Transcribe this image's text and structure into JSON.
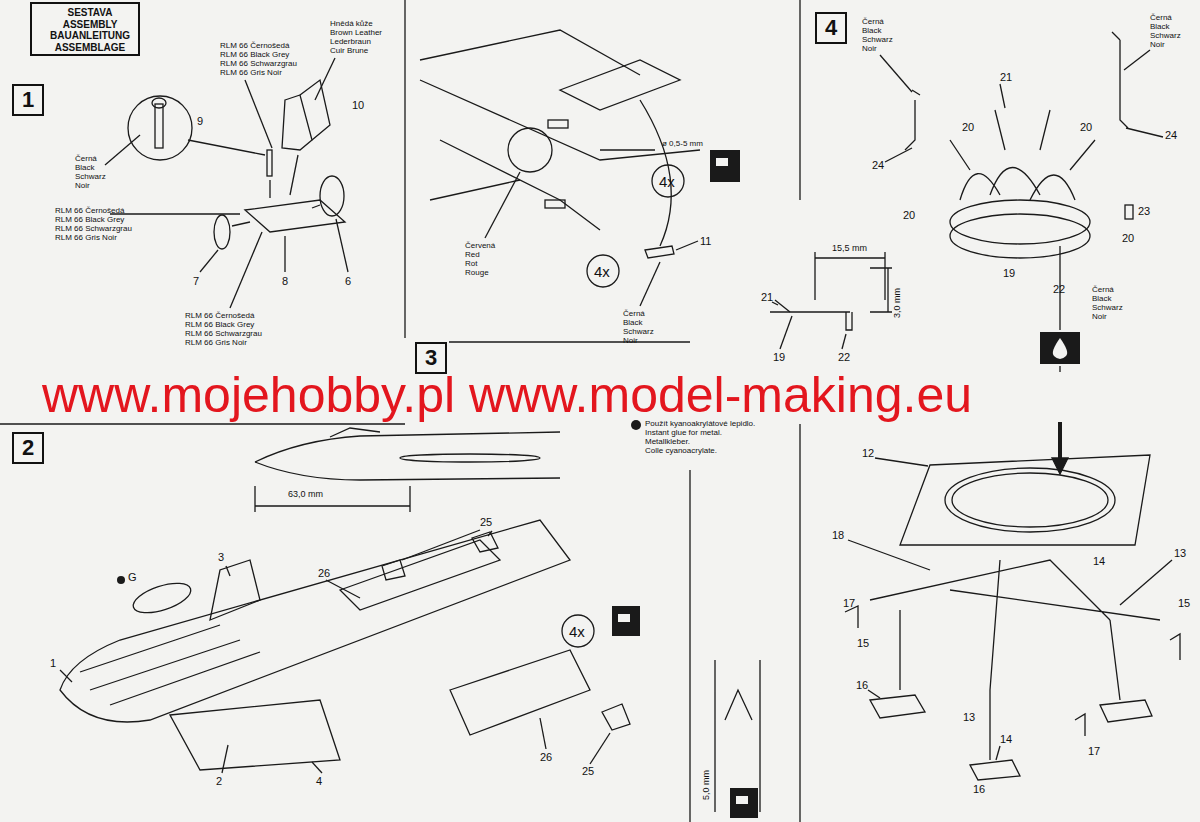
{
  "diagram": {
    "nodes": [
      {
        "text": [
          "SESTAVA ASSEMBLY BAUANLEITUNG ASSEMBLAGE"
        ]
      },
      {
        "text": [
          "1"
        ]
      },
      {
        "text": [
          "2"
        ]
      },
      {
        "text": [
          "3"
        ]
      },
      {
        "text": [
          "4"
        ]
      }
    ],
    "labels": [
      "RLM 66 Černošedá",
      "RLM 66 Black Grey",
      "RLM 66 Schwarzgrau",
      "RLM 66 Gris Noir",
      "Hnědá kůže",
      "Brown Leather",
      "Lederbraun",
      "Cuir Brune",
      "10",
      "9",
      "Černá",
      "Black",
      "Schwarz",
      "Noir",
      "RLM 66 Černošedá",
      "RLM 66 Black Grey",
      "RLM 66 Schwarzgrau",
      "RLM 66 Gris Noir",
      "7",
      "8",
      "6",
      "RLM 66 Černošedá",
      "RLM 66 Black Grey",
      "RLM 66 Schwarzgrau",
      "RLM 66 Gris Noir",
      "Červená",
      "Red",
      "Rot",
      "Rouge",
      "ø 0,5-5 mm",
      "4x",
      "4x",
      "11",
      "Černá",
      "Black",
      "Schwarz",
      "Noir",
      "15,5 mm",
      "21",
      "19",
      "22",
      "3,0 mm",
      "Použít kyanoakrylátové lepidlo.",
      "Instant glue for metal.",
      "Metallkleber.",
      "Colle cyanoacrylate.",
      "www.mojehobby.pl www.model-making.eu",
      "63,0 mm",
      "G",
      "1",
      "3",
      "25",
      "26",
      "2",
      "4",
      "26",
      "25",
      "4x",
      "5,0 mm",
      "Černá",
      "Black",
      "Schwarz",
      "Noir",
      "Černá",
      "Black",
      "Schwarz",
      "Noir",
      "21",
      "20",
      "20",
      "24",
      "24",
      "20",
      "23",
      "20",
      "19",
      "22",
      "Černá",
      "Black",
      "Schwarz",
      "Noir",
      "12",
      "18",
      "14",
      "13",
      "15",
      "17",
      "15",
      "16",
      "13",
      "14",
      "17",
      "16"
    ]
  }
}
